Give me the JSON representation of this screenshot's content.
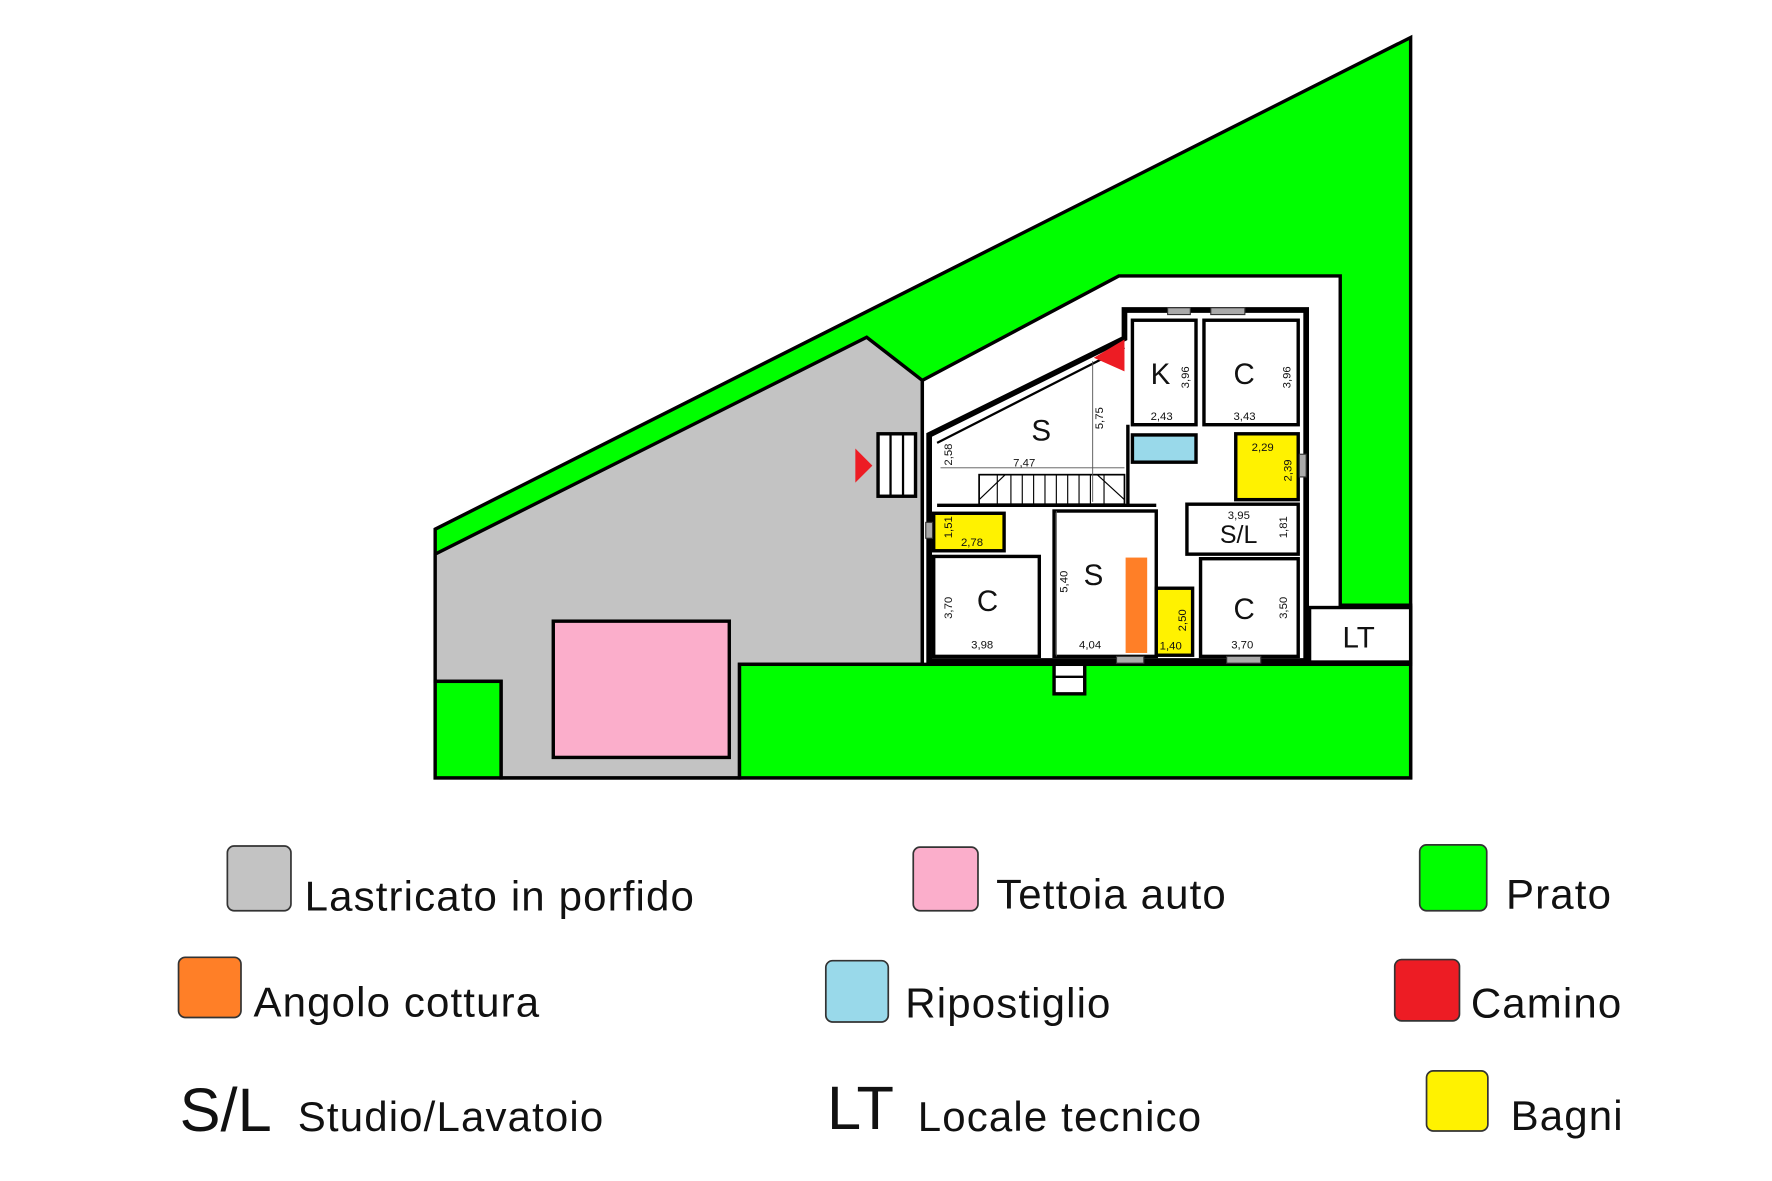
{
  "colors": {
    "lawn": "#00FF00",
    "paving": "#C3C3C3",
    "carport": "#FBAECB",
    "kitchenette": "#FF7F27",
    "storage": "#99D9EA",
    "fireplace": "#ED1C24",
    "bathroom": "#FFF200"
  },
  "plan": {
    "rooms": {
      "living_top": "S",
      "kitchen": "K",
      "bedroom_top": "C",
      "studio_laundry": "S/L",
      "bedroom_left": "C",
      "living_bottom": "S",
      "bedroom_right": "C",
      "technical_room": "LT"
    },
    "dimensions": {
      "living_top_h": "2,58",
      "living_top_w": "7,47",
      "living_top_depth": "5,75",
      "kitchen_h": "3,96",
      "kitchen_w": "2,43",
      "bedroom_top_h": "3,96",
      "bedroom_top_w": "3,43",
      "bath_right_w": "2,29",
      "bath_right_h": "2,39",
      "studio_w": "3,95",
      "studio_h": "1,81",
      "bath_left_h": "1,51",
      "bath_left_w": "2,78",
      "bedroom_left_h": "3,70",
      "bedroom_left_w": "3,98",
      "living_bottom_h": "5,40",
      "living_bottom_w": "4,04",
      "bath_small_h": "2,50",
      "bath_small_w": "1,40",
      "bedroom_right_h": "3,50",
      "bedroom_right_w": "3,70"
    }
  },
  "legend": {
    "paving": "Lastricato in porfido",
    "carport": "Tettoia auto",
    "lawn": "Prato",
    "kitchenette": "Angolo cottura",
    "storage": "Ripostiglio",
    "fireplace": "Camino",
    "studio_abbr": "S/L",
    "studio": "Studio/Lavatoio",
    "technical_abbr": "LT",
    "technical": "Locale tecnico",
    "bathroom": "Bagni"
  }
}
